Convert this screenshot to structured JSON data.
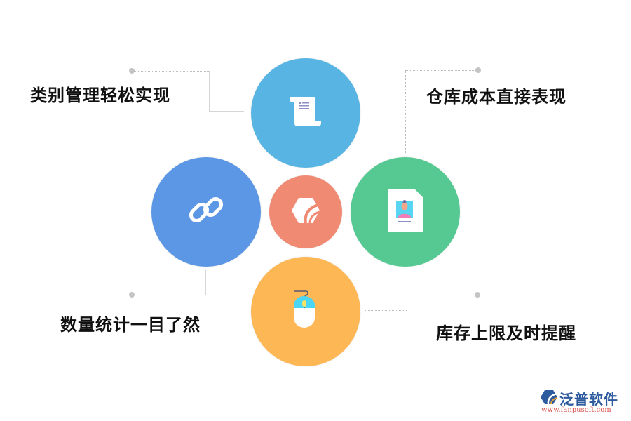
{
  "diagram": {
    "center": {
      "icon": "brand-hexagon-icon",
      "color": "#f08a72"
    },
    "nodes": [
      {
        "id": "top",
        "label": "类别管理轻松实现",
        "icon": "scroll-document-icon",
        "color": "#57b4e3"
      },
      {
        "id": "right",
        "label": "仓库成本直接表现",
        "icon": "id-card-document-icon",
        "color": "#56c993"
      },
      {
        "id": "left",
        "label": "数量统计一目了然",
        "icon": "chain-link-icon",
        "color": "#5b97e4"
      },
      {
        "id": "bottom",
        "label": "库存上限及时提醒",
        "icon": "computer-mouse-icon",
        "color": "#fdb755"
      }
    ]
  },
  "logo": {
    "name": "泛普软件",
    "url": "www.fanpusoft.com"
  }
}
